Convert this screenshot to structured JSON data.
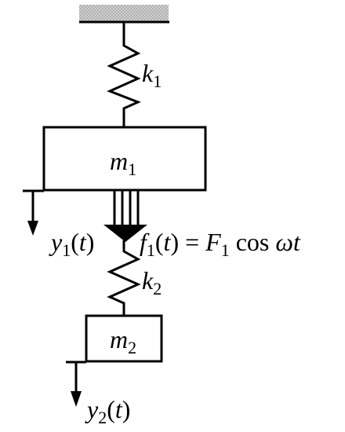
{
  "labels": {
    "k1": {
      "sym": "k",
      "sub": "1"
    },
    "k2": {
      "sym": "k",
      "sub": "2"
    },
    "m1": {
      "sym": "m",
      "sub": "1"
    },
    "m2": {
      "sym": "m",
      "sub": "2"
    },
    "y1": {
      "sym": "y",
      "sub": "1",
      "arg": "(t)"
    },
    "y2": {
      "sym": "y",
      "sub": "2",
      "arg": "(t)"
    },
    "force": {
      "sym": "f",
      "sub": "1",
      "arg": "(t)",
      "eq": " = ",
      "amp_sym": "F",
      "amp_sub": "1",
      "func": " cos ",
      "omega": "ω",
      "t": "t"
    }
  },
  "colors": {
    "line": "#000000",
    "ground_hatch": "#b8b8b8"
  }
}
